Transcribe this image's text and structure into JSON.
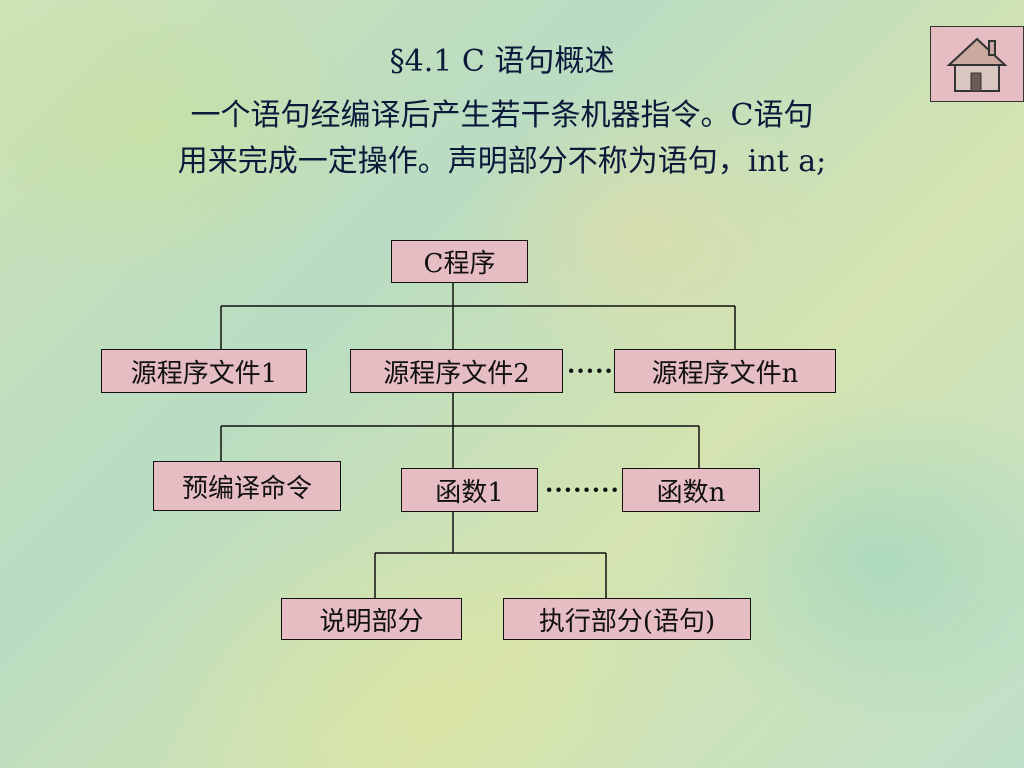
{
  "header": {
    "line1": "§4.1 C 语句概述",
    "line2": "一个语句经编译后产生若干条机器指令。C语句",
    "line3": "用来完成一定操作。声明部分不称为语句，int a;"
  },
  "diagram": {
    "root": "C程序",
    "level1": [
      "源程序文件1",
      "源程序文件2",
      "源程序文件n"
    ],
    "level1_ellipsis": "·····",
    "level2": [
      "预编译命令",
      "函数1",
      "函数n"
    ],
    "level2_ellipsis": "········",
    "level3": [
      "说明部分",
      "执行部分(语句)"
    ]
  },
  "nav": {
    "home_icon": "home-icon"
  },
  "colors": {
    "box_fill": "#e6bdc3",
    "text": "#0b1a3a"
  }
}
